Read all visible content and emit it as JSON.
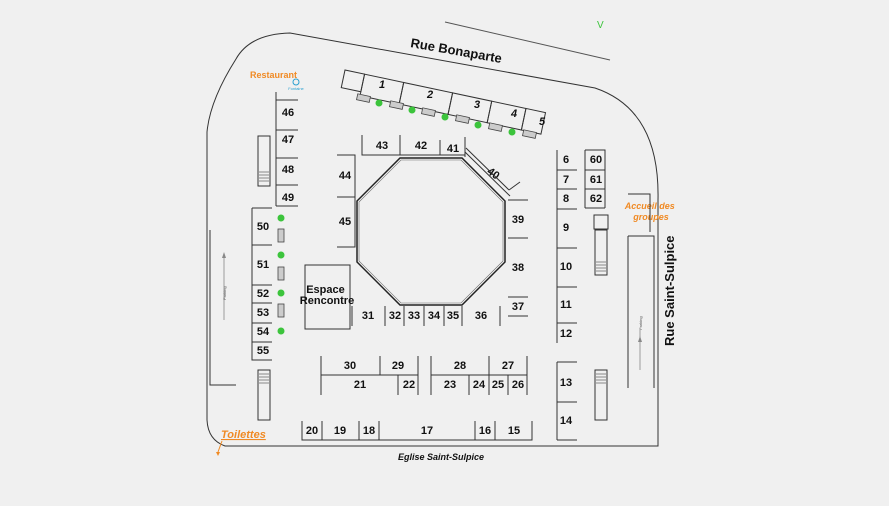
{
  "streets": {
    "north": "Rue Bonaparte",
    "east": "Rue Saint-Sulpice",
    "south": "Eglise Saint-Sulpice"
  },
  "labels": {
    "restaurant": "Restaurant",
    "toilettes": "Toilettes",
    "accueil_line1": "Accueil des",
    "accueil_line2": "groupes",
    "espace_line1": "Espace",
    "espace_line2": "Rencontre",
    "parking": "Parking",
    "fontaine": "Fontaine",
    "vv": "V"
  },
  "stalls": {
    "top_row": [
      "1",
      "2",
      "3",
      "4",
      "5"
    ],
    "left_col": [
      "46",
      "47",
      "48",
      "49"
    ],
    "left_lower": [
      "50",
      "51",
      "52",
      "53",
      "54",
      "55"
    ],
    "inner_top": [
      "43",
      "42",
      "41",
      "40"
    ],
    "inner_left": [
      "44",
      "45"
    ],
    "inner_right": [
      "39",
      "38",
      "37"
    ],
    "inner_bottom": [
      "31",
      "32",
      "33",
      "34",
      "35",
      "36"
    ],
    "right_col": [
      "6",
      "7",
      "8",
      "9",
      "10",
      "11",
      "12"
    ],
    "right_pair": [
      "60",
      "61",
      "62"
    ],
    "right_lower": [
      "13",
      "14"
    ],
    "center_left_top": [
      "30",
      "29"
    ],
    "center_left_bottom": [
      "21",
      "22"
    ],
    "center_right_top": [
      "28",
      "27"
    ],
    "center_right_bottom": [
      "23",
      "24",
      "25",
      "26"
    ],
    "bottom_row": [
      "20",
      "19",
      "18",
      "17",
      "16",
      "15"
    ]
  },
  "colors": {
    "accent": "#f08a24",
    "tree": "#3cc43c",
    "fountain": "#2aa0d0"
  }
}
